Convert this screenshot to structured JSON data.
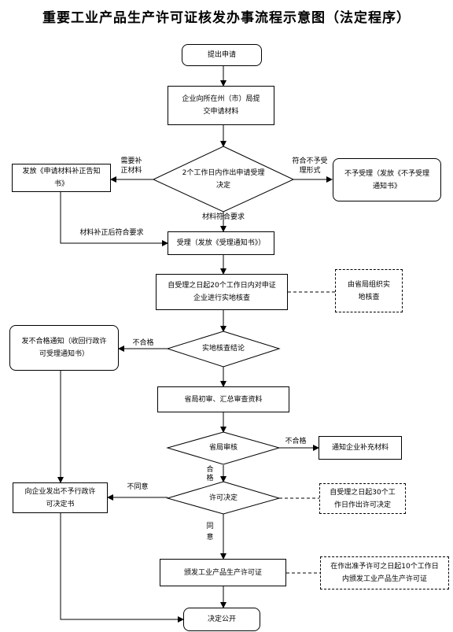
{
  "title": "重要工业产品生产许可证核发办事流程示意图（法定程序）",
  "nodes": {
    "submit": "提出申请",
    "city_submit": "企业向所在州（市）局提交申请材料",
    "decide_5days": "2个工作日内作出申请受理决定",
    "notify_correction": "发放《申请材料补正告知书》",
    "reject_accept": "不予受理（发放《不予受理通知书》",
    "accept": "受理（发放《受理通知书》）",
    "onsite_check": "自受理之日起20个工作日内对申证企业进行实地核查",
    "org_check": "由省局组织实地核查",
    "onsite_conclusion": "实地核查结论",
    "fail_notice": "发不合格通知（收回行政许可受理通知书）",
    "province_review": "省局初审、汇总审查资料",
    "province_audit": "省局审核",
    "supplement": "通知企业补充材料",
    "license_decision": "许可决定",
    "reject_notice": "向企业发出不予行政许可决定书",
    "decision_30days": "自受理之日起30个工作日作出许可决定",
    "issue_license": "颁发工业产品生产许可证",
    "issue_10days": "在作出准予许可之日起10个工作日内颁发工业产品生产许可证",
    "publish": "决定公开"
  },
  "labels": {
    "need_correction": "需要补正材料",
    "not_conform": "符合不予受理形式",
    "conform": "材料符合要求",
    "after_correction": "材料补正后符合要求",
    "fail1": "不合格",
    "fail2": "不合格",
    "pass": "合格",
    "disagree": "不同意",
    "agree": "同意"
  }
}
